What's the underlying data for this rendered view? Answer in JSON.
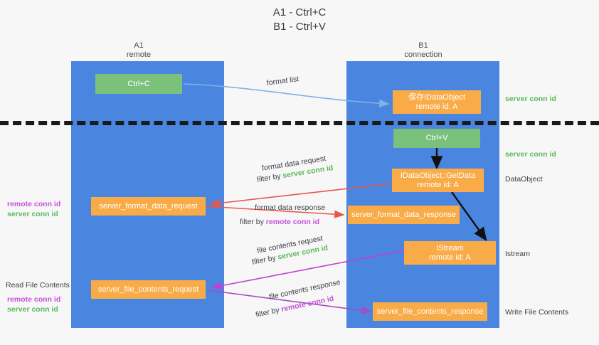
{
  "title": "A1 - Ctrl+C\nB1 - Ctrl+V",
  "lanes": [
    {
      "name": "A1",
      "sub": "remote",
      "head": "A1\nremote"
    },
    {
      "name": "B1",
      "sub": "connection",
      "head": "B1\nconnection"
    }
  ],
  "nodes": {
    "ctrl_c": "Ctrl+C",
    "ctrl_v": "Ctrl+V",
    "save_idataobject": "保存IDataObject\nremote id: A",
    "getdata": "IDataObject::GetData\nremote id: A",
    "istream": "IStream\nremote id: A",
    "server_format_data_request": "server_format_data_request",
    "server_format_data_response": "server_format_data_response",
    "server_file_contents_request": "server_file_contents_request",
    "server_file_contents_response": "server_file_contents_response"
  },
  "edges": {
    "format_list": "format list",
    "format_data_request": "format data request",
    "format_data_request_filter_prefix": "filter by ",
    "format_data_request_filter_key": "server conn id",
    "format_data_response": "format data response",
    "format_data_response_filter_prefix": "filter by ",
    "format_data_response_filter_key": "remote conn id",
    "file_contents_request": "file contents request",
    "file_contents_request_filter_prefix": "filter by ",
    "file_contents_request_filter_key": "server conn id",
    "file_contents_response": "file contents response",
    "file_contents_response_filter_prefix": "filter by ",
    "file_contents_response_filter_key": "remote conn id"
  },
  "right_labels": {
    "server_conn_id_top": "server conn id",
    "server_conn_id_mid": "server conn id",
    "dataobject": "DataObject",
    "istream": "Istream",
    "write_file_contents": "Write File Contents"
  },
  "left_labels": {
    "remote_conn_id_mid": "remote conn id",
    "server_conn_id_mid": "server conn id",
    "read_file_contents": "Read File Contents",
    "remote_conn_id_bottom": "remote conn id",
    "server_conn_id_bottom": "server conn id"
  },
  "colors": {
    "lane": "#4a86e0",
    "green_node": "#7ac17c",
    "orange_node": "#f9ab48",
    "server_conn": "#5cb85c",
    "remote_conn": "#c551d8",
    "blue_arrow": "#7fb2e5",
    "red_arrow": "#e8574a",
    "magenta_arrow": "#c23fd0",
    "purple_arrow": "#a64bc4",
    "black_arrow": "#111111",
    "background": "#f7f7f7"
  }
}
